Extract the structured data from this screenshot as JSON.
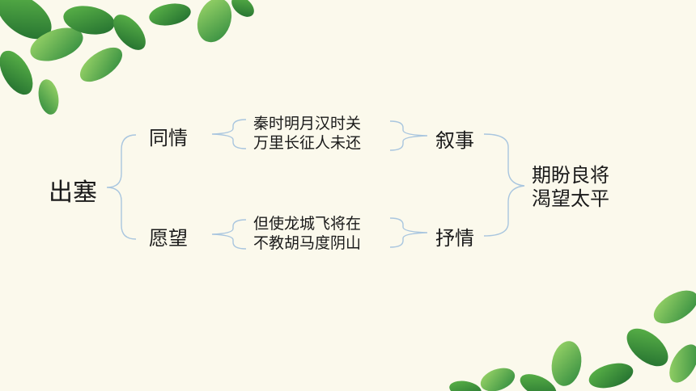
{
  "root": "出塞",
  "branches": [
    {
      "label": "同情",
      "lines": [
        "秦时明月汉时关",
        "万里长征人未还"
      ],
      "result": "叙事"
    },
    {
      "label": "愿望",
      "lines": [
        "但使龙城飞将在",
        "不教胡马度阴山"
      ],
      "result": "抒情"
    }
  ],
  "conclusion": [
    "期盼良将",
    "渴望太平"
  ],
  "colors": {
    "background": "#fbf9ec",
    "bracket": "#a9c6df",
    "leaf_dark": "#2f8a3e",
    "leaf_light": "#7ec95a"
  }
}
